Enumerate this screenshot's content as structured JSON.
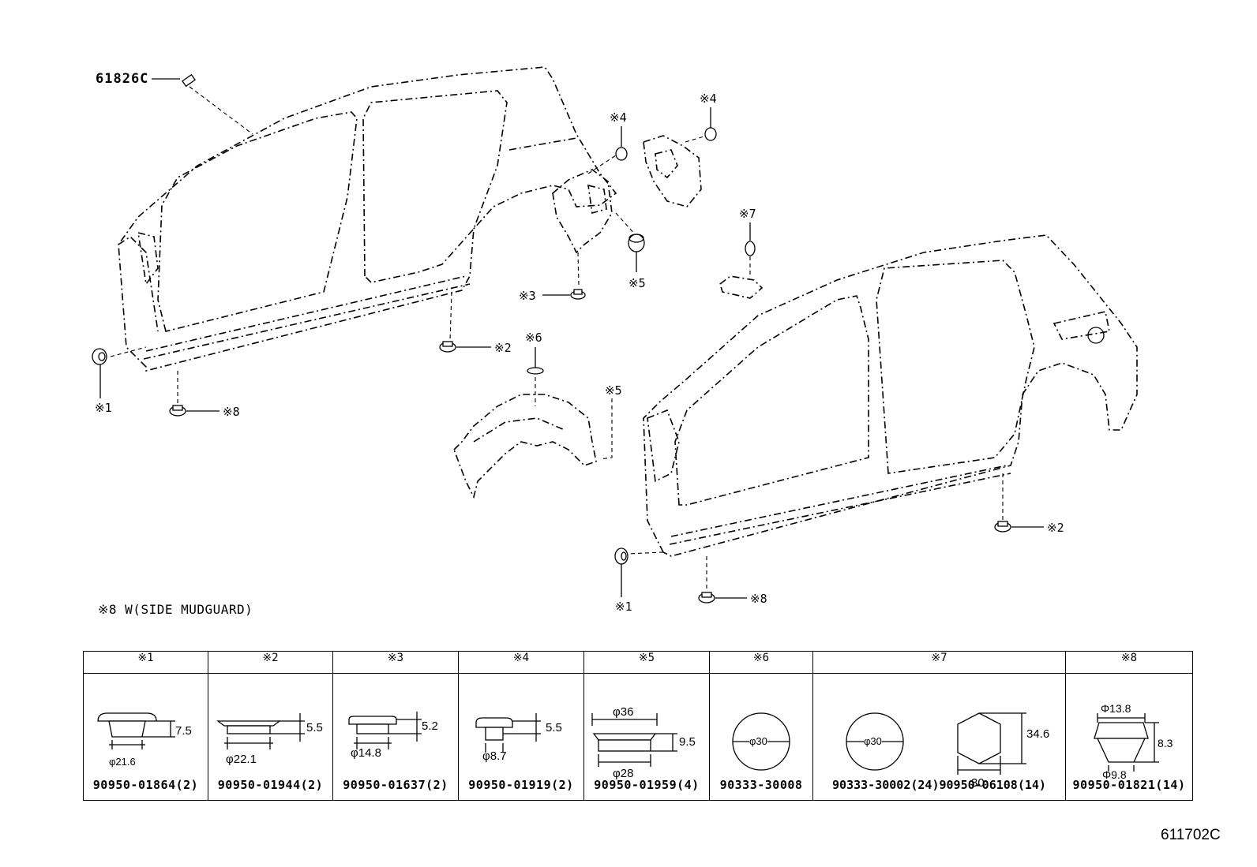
{
  "figure_code": "611702C",
  "ref_main": "61826C",
  "note": "※8 W(SIDE MUDGUARD)",
  "callouts": {
    "c1a": "※1",
    "c8a": "※8",
    "c2a": "※2",
    "c3": "※3",
    "c4a": "※4",
    "c4b": "※4",
    "c5a": "※5",
    "c6": "※6",
    "c5b": "※5",
    "c7": "※7",
    "c2b": "※2",
    "c1b": "※1",
    "c8b": "※8"
  },
  "table": {
    "headers": [
      "※1",
      "※2",
      "※3",
      "※4",
      "※5",
      "※6",
      "※7",
      "※8"
    ],
    "cells": [
      {
        "part_number": "90950-01864(2)",
        "dims": {
          "height": "7.5",
          "diameter": "φ21.6"
        }
      },
      {
        "part_number": "90950-01944(2)",
        "dims": {
          "height": "5.5",
          "diameter": "φ22.1"
        }
      },
      {
        "part_number": "90950-01637(2)",
        "dims": {
          "height": "5.2",
          "diameter": "φ14.8"
        }
      },
      {
        "part_number": "90950-01919(2)",
        "dims": {
          "height": "5.5",
          "diameter": "φ8.7"
        }
      },
      {
        "part_number": "90950-01959(4)",
        "dims": {
          "top": "φ36",
          "height": "9.5",
          "bottom": "φ28"
        }
      },
      {
        "part_number": "90333-30008",
        "dims": {
          "diameter": "φ30"
        }
      },
      {
        "part_number": "90333-30002(24)90950-06108(14)",
        "dims": {
          "diameter": "φ30",
          "height": "34.6",
          "width": "30"
        }
      },
      {
        "part_number": "90950-01821(14)",
        "dims": {
          "top": "Φ13.8",
          "height": "8.3",
          "bottom": "Φ9.8"
        }
      }
    ]
  }
}
